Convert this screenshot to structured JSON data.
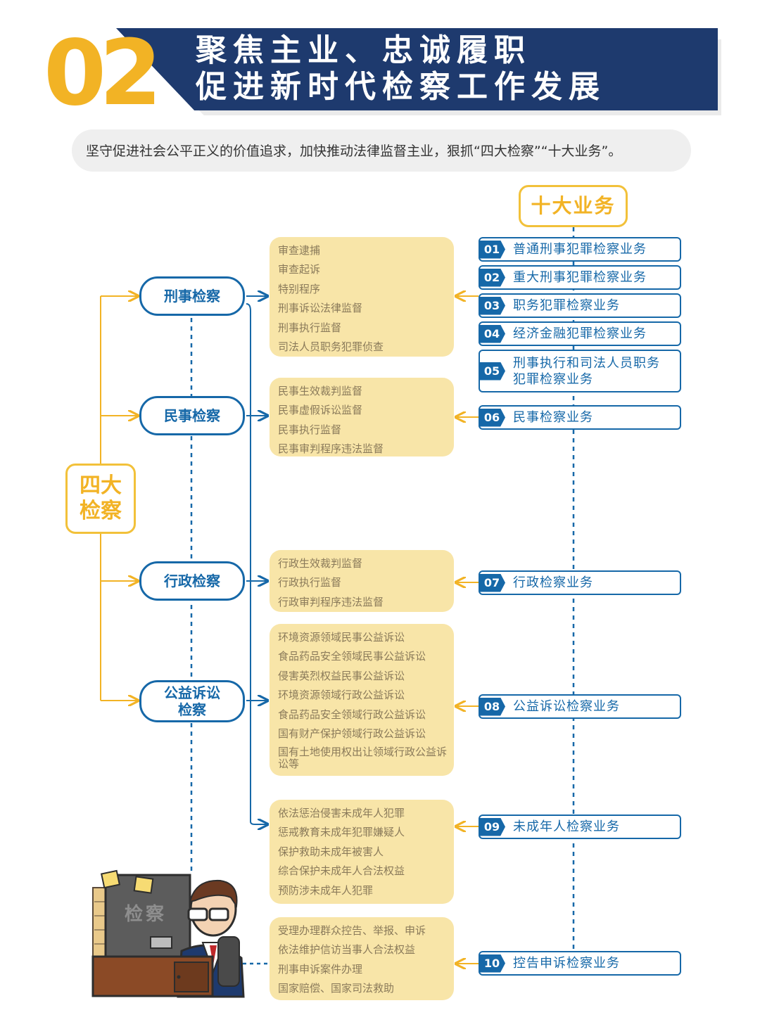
{
  "header": {
    "number": "02",
    "title_line1": "聚焦主业、忠诚履职",
    "title_line2": "促进新时代检察工作发展"
  },
  "subtitle": "坚守促进社会公平正义的价值追求，加快推动法律监督主业，狠抓“四大检察”“十大业务”。",
  "four": {
    "label_line1": "四大",
    "label_line2": "检察",
    "categories": [
      {
        "line1": "刑事检察",
        "line2": ""
      },
      {
        "line1": "民事检察",
        "line2": ""
      },
      {
        "line1": "行政检察",
        "line2": ""
      },
      {
        "line1": "公益诉讼",
        "line2": "检察"
      }
    ]
  },
  "ten": {
    "label": "十大业务",
    "items": [
      {
        "num": "01",
        "label": "普通刑事犯罪检察业务"
      },
      {
        "num": "02",
        "label": "重大刑事犯罪检察业务"
      },
      {
        "num": "03",
        "label": "职务犯罪检察业务"
      },
      {
        "num": "04",
        "label": "经济金融犯罪检察业务"
      },
      {
        "num": "05",
        "label": "刑事执行和司法人员职务犯罪检察业务"
      },
      {
        "num": "06",
        "label": "民事检察业务"
      },
      {
        "num": "07",
        "label": "行政检察业务"
      },
      {
        "num": "08",
        "label": "公益诉讼检察业务"
      },
      {
        "num": "09",
        "label": "未成年人检察业务"
      },
      {
        "num": "10",
        "label": "控告申诉检察业务"
      }
    ]
  },
  "panels": [
    [
      "审查逮捕",
      "审查起诉",
      "特别程序",
      "刑事诉讼法律监督",
      "刑事执行监督",
      "司法人员职务犯罪侦查"
    ],
    [
      "民事生效裁判监督",
      "民事虚假诉讼监督",
      "民事执行监督",
      "民事审判程序违法监督"
    ],
    [
      "行政生效裁判监督",
      "行政执行监督",
      "行政审判程序违法监督"
    ],
    [
      "环境资源领域民事公益诉讼",
      "食品药品安全领域民事公益诉讼",
      "侵害英烈权益民事公益诉讼",
      "环境资源领域行政公益诉讼",
      "食品药品安全领域行政公益诉讼",
      "国有财产保护领域行政公益诉讼",
      "国有土地使用权出让领域行政公益诉讼等"
    ],
    [
      "依法惩治侵害未成年人犯罪",
      "惩戒教育未成年犯罪嫌疑人",
      "保护救助未成年被害人",
      "综合保护未成年人合法权益",
      "预防涉未成年人犯罪"
    ],
    [
      "受理办理群众控告、举报、申诉",
      "依法维护信访当事人合法权益",
      "刑事申诉案件办理",
      "国家赔偿、国家司法救助"
    ]
  ],
  "illustration": {
    "sign_text": "检察"
  },
  "colors": {
    "navy": "#1E3A6E",
    "blue": "#1668A8",
    "gold": "#F2B325",
    "panel": "#F8E5A8"
  }
}
